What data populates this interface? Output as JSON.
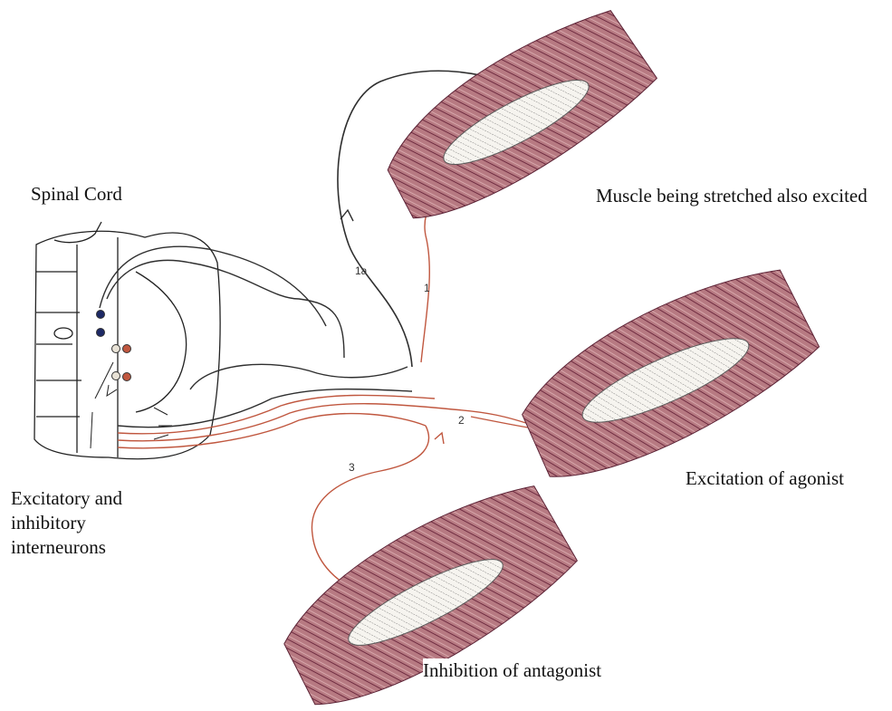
{
  "labels": {
    "spinal_cord": "Spinal Cord",
    "muscle_stretched": "Muscle being stretched also excited",
    "excitation_agonist": "Excitation of agonist",
    "interneurons": "Excitatory and inhibitory interneurons",
    "inhibition_antagonist": "Inhibition of antagonist"
  },
  "pathway_numbers": {
    "afferent": "1a",
    "efferent": "1",
    "agonist": "2",
    "antagonist": "3"
  },
  "colors": {
    "sensory_fiber": "#2f2f2f",
    "motor_fiber": "#c0573f",
    "muscle_fascicle": "#a8626c",
    "muscle_stripe": "#7b3346",
    "spindle": "#f4f2ee"
  }
}
